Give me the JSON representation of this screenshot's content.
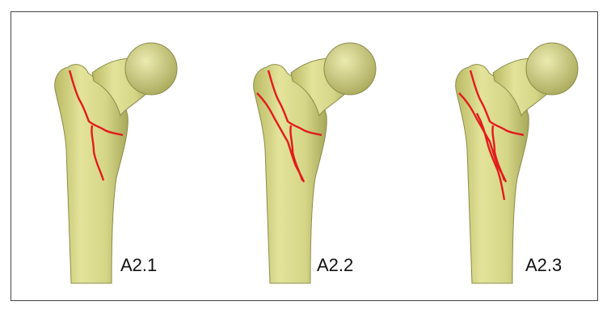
{
  "figure": {
    "panels": [
      {
        "label": "A2.1"
      },
      {
        "label": "A2.2"
      },
      {
        "label": "A2.3"
      }
    ]
  },
  "colors": {
    "bone_fill": "#d9d98a",
    "bone_shade": "#b7b762",
    "bone_outline": "#8c8c4a",
    "fracture_line": "#e21b1b",
    "frame_border": "#444444"
  }
}
